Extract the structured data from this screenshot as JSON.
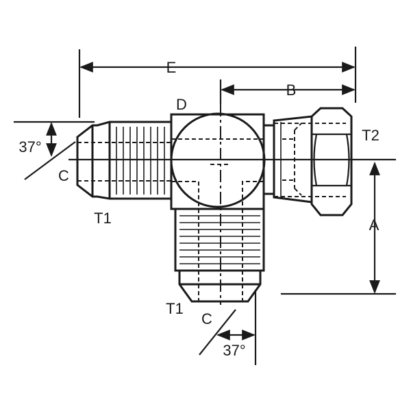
{
  "diagram": {
    "labels": {
      "E": "E",
      "B": "B",
      "D": "D",
      "A": "A",
      "T2": "T2",
      "T1_left": "T1",
      "T1_bottom": "T1",
      "C_left": "C",
      "C_bottom": "C",
      "angle_left": "37°",
      "angle_bottom": "37°"
    },
    "colors": {
      "ink": "#1a1a1a",
      "background": "#ffffff"
    }
  }
}
